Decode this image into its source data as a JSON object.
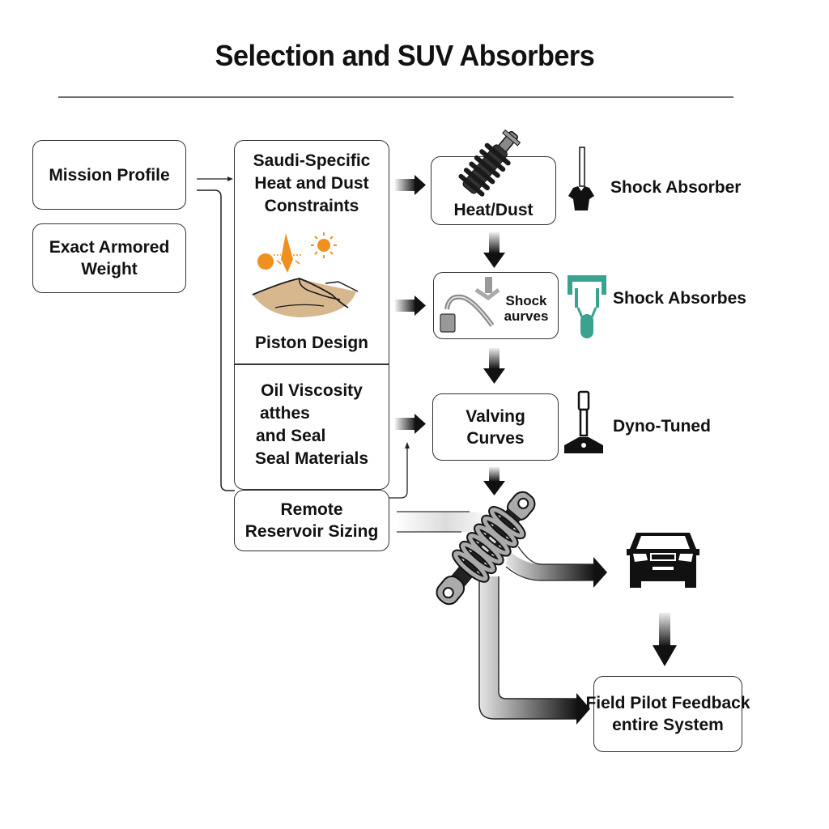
{
  "header": {
    "title": "Selection and SUV Absorbers"
  },
  "left_column": {
    "mission_profile": "Mission Profile",
    "armored_weight": [
      "Exact Armored",
      "Weight"
    ]
  },
  "center_column": {
    "constraints_title": [
      "Saudi-Specific",
      "Heat and Dust",
      "Constraints"
    ],
    "piston_design": "Piston Design",
    "oil_viscosity": [
      "Oil Viscosity",
      "atthes",
      "and Seal",
      "Seal Materials"
    ],
    "remote_reservoir": [
      "Remote",
      "Reservoir Sizing"
    ]
  },
  "process_column": {
    "heat_dust": "Heat/Dust",
    "shock_curves": [
      "Shock",
      "aurves"
    ],
    "valving_curves": [
      "Valving",
      "Curves"
    ]
  },
  "side_labels": {
    "shock_absorber": "Shock Absorber",
    "shock_absorbes": "Shock Absorbes",
    "dyno_tuned": "Dyno-Tuned"
  },
  "output": {
    "field_pilot": [
      "Field Pilot Feedback",
      "entire System"
    ]
  },
  "colors": {
    "heat_orange": "#f0901e",
    "sand": "#d7b78e",
    "teal_icon": "#3aa38f",
    "line": "#333333"
  }
}
